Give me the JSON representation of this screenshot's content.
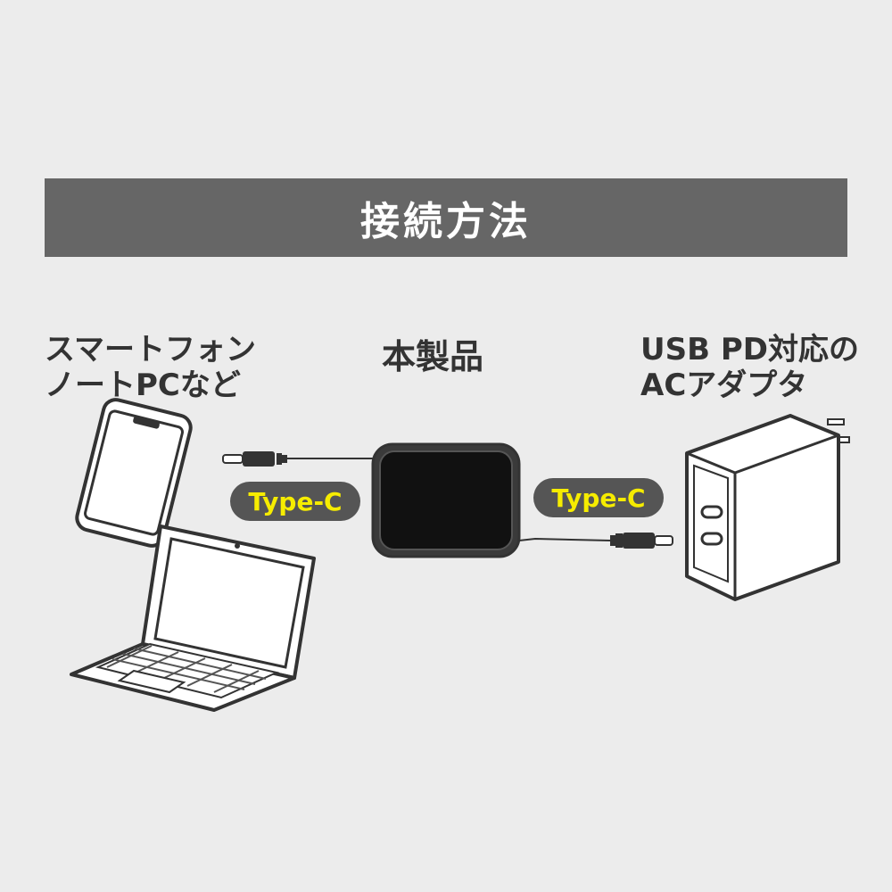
{
  "header": {
    "title": "接続方法"
  },
  "labels": {
    "devices_line1": "スマートフォン",
    "devices_line2": "ノートPCなど",
    "product": "本製品",
    "adapter_line1": "USB PD対応の",
    "adapter_line2": "ACアダプタ"
  },
  "connectors": {
    "left": "Type-C",
    "right": "Type-C"
  },
  "colors": {
    "header_bg": "#666666",
    "pill_bg": "#555555",
    "pill_text": "#f6ec00",
    "label_text": "#333333"
  }
}
